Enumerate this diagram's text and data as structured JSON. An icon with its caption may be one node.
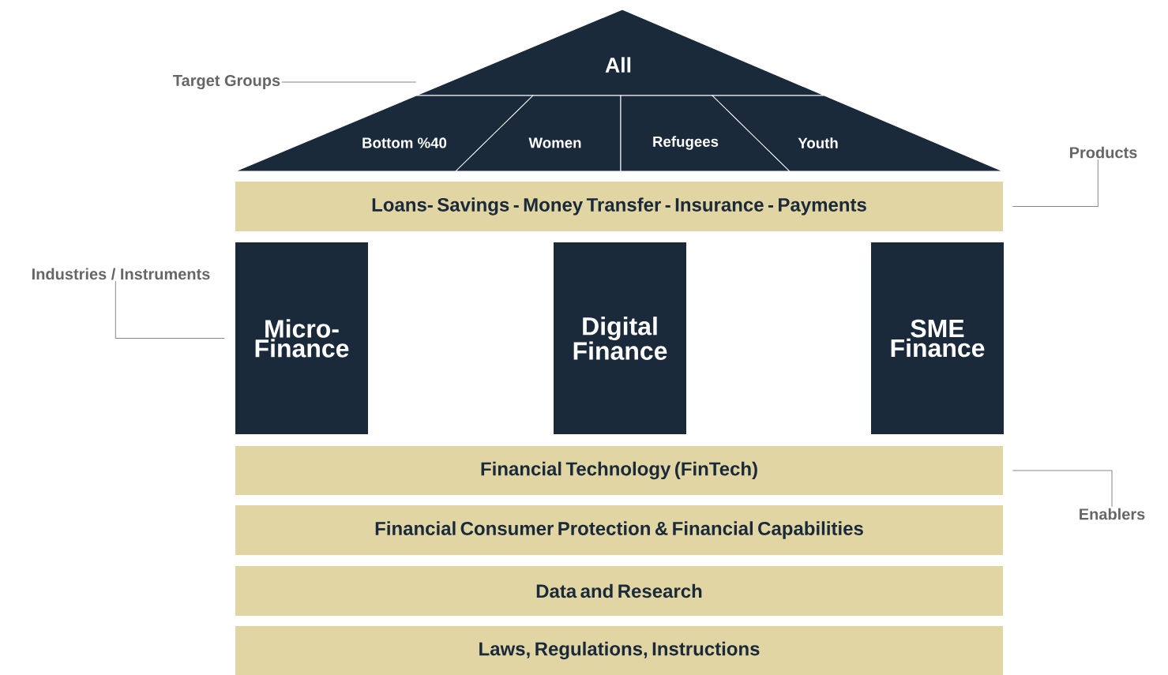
{
  "diagram": {
    "nodes": [
      {
        "text": [
          "All"
        ]
      },
      {
        "text": [
          "Bottom %40"
        ]
      },
      {
        "text": [
          "Women"
        ]
      },
      {
        "text": [
          "Refugees"
        ]
      },
      {
        "text": [
          "Youth"
        ]
      },
      {
        "text": [
          "Loans- Savings - Money Transfer - Insurance - Payments"
        ]
      },
      {
        "text": [
          "Micro- Finance"
        ]
      },
      {
        "text": [
          "Digital Finance"
        ]
      },
      {
        "text": [
          "SME Finance"
        ]
      },
      {
        "text": [
          "Financial Technology (FinTech)"
        ]
      },
      {
        "text": [
          "Financial Consumer Protection & Financial Capabilities"
        ]
      },
      {
        "text": [
          "Data and Research"
        ]
      },
      {
        "text": [
          "Laws, Regulations, Instructions"
        ]
      },
      {
        "text": [
          "Target Groups"
        ]
      },
      {
        "text": [
          "Products"
        ]
      },
      {
        "text": [
          "Industries / Instruments"
        ]
      },
      {
        "text": [
          "Enablers"
        ]
      }
    ],
    "edges": [
      {
        "from": 13,
        "to": 0,
        "arrow": "none"
      },
      {
        "from": 14,
        "to": 5,
        "arrow": "none"
      },
      {
        "from": 15,
        "to": 6,
        "arrow": "none"
      },
      {
        "from": 16,
        "to": 9,
        "arrow": "none"
      }
    ]
  }
}
